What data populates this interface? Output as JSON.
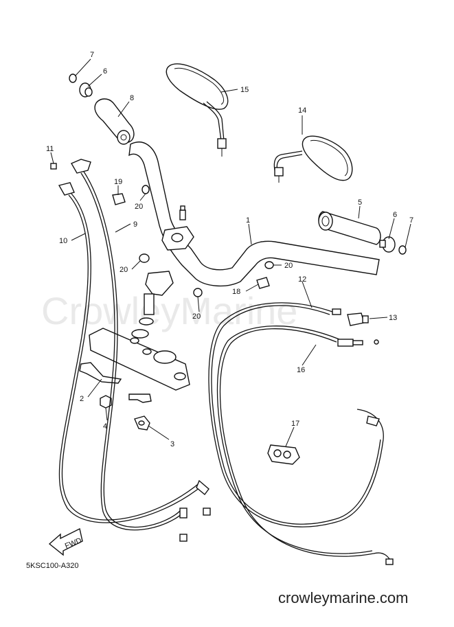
{
  "watermark": "CrowleyMarine",
  "diagram_code": "5KSC100-A320",
  "site": "crowleymarine.com",
  "fwd_label": "FWD",
  "callouts": {
    "c1": "1",
    "c2": "2",
    "c3": "3",
    "c4": "4",
    "c5": "5",
    "c6a": "6",
    "c6b": "6",
    "c7a": "7",
    "c7b": "7",
    "c8": "8",
    "c9": "9",
    "c10": "10",
    "c11": "11",
    "c12": "12",
    "c13": "13",
    "c14": "14",
    "c15": "15",
    "c16": "16",
    "c17": "17",
    "c18": "18",
    "c19": "19",
    "c20a": "20",
    "c20b": "20",
    "c20c": "20",
    "c20d": "20"
  }
}
